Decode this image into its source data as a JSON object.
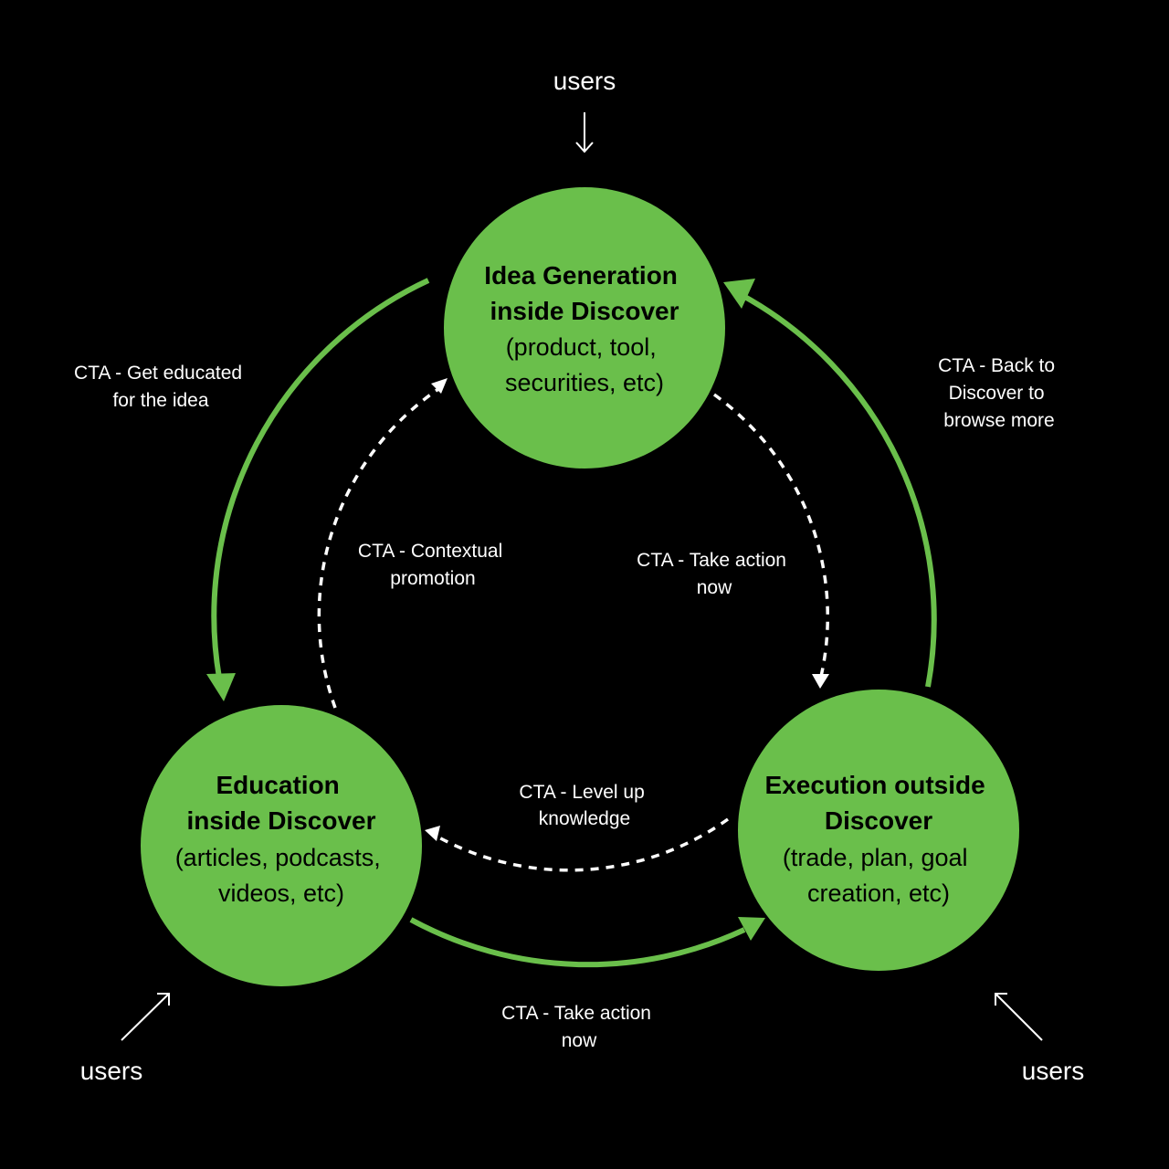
{
  "colors": {
    "background": "#000000",
    "node_fill": "#6abf4b",
    "solid_arrow": "#6abf4b",
    "dashed_arrow": "#ffffff",
    "text_light": "#ffffff",
    "text_dark": "#000000"
  },
  "nodes": {
    "idea": {
      "title_lines": [
        "Idea Generation",
        "inside Discover"
      ],
      "sub_lines": [
        "(product, tool,",
        "securities, etc)"
      ]
    },
    "education": {
      "title_lines": [
        "Education",
        "inside Discover"
      ],
      "sub_lines": [
        "(articles, podcasts,",
        "videos, etc)"
      ]
    },
    "execution": {
      "title_lines": [
        "Execution outside",
        "Discover"
      ],
      "sub_lines": [
        "(trade, plan, goal",
        "creation, etc)"
      ]
    }
  },
  "ctas": {
    "get_educated": [
      "CTA - Get educated",
      "for the idea"
    ],
    "back_to_discover": [
      "CTA - Back to",
      "Discover to",
      "browse more"
    ],
    "contextual_promotion": [
      "CTA - Contextual",
      "promotion"
    ],
    "take_action_inner": [
      "CTA - Take action",
      "now"
    ],
    "level_up": [
      "CTA - Level up",
      "knowledge"
    ],
    "take_action_outer": [
      "CTA - Take action",
      "now"
    ]
  },
  "entry_points": {
    "top": "users",
    "bottom_left": "users",
    "bottom_right": "users"
  }
}
